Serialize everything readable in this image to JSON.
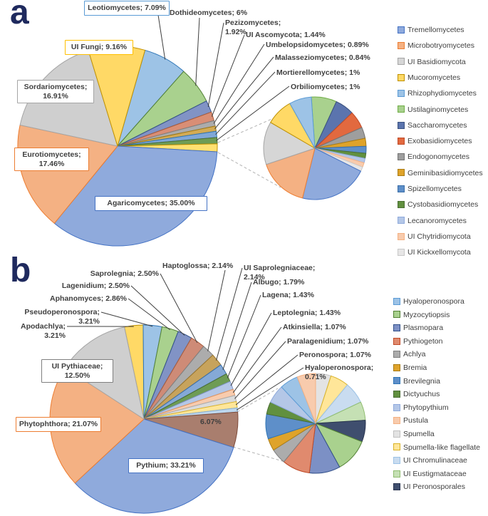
{
  "figure": {
    "background": "#FFFFFF",
    "panel_letter_color": "#1F2A5E"
  },
  "panels": [
    {
      "letter": "a",
      "legend": [
        {
          "label": "Tremellomycetes",
          "fill": "#8FAADC",
          "stroke": "#4472C4"
        },
        {
          "label": "Microbotryomycetes",
          "fill": "#F4B183",
          "stroke": "#ED7D31"
        },
        {
          "label": "UI Basidiomycota",
          "fill": "#D6D6D6",
          "stroke": "#A5A5A5"
        },
        {
          "label": "Mucoromycetes",
          "fill": "#FFD966",
          "stroke": "#BF9000"
        },
        {
          "label": "Rhizophydiomycetes",
          "fill": "#9DC3E6",
          "stroke": "#5B9BD5"
        },
        {
          "label": "Ustilaginomycetes",
          "fill": "#A9D18E",
          "stroke": "#70AD47"
        },
        {
          "label": "Saccharomycetes",
          "fill": "#5B74AE",
          "stroke": "#3B5280"
        },
        {
          "label": "Exobasidiomycetes",
          "fill": "#E2693F",
          "stroke": "#C04B28"
        },
        {
          "label": "Endogonomycetes",
          "fill": "#9E9E9E",
          "stroke": "#747474"
        },
        {
          "label": "Geminibasidiomycetes",
          "fill": "#DFA32A",
          "stroke": "#A97C15"
        },
        {
          "label": "Spizellomycetes",
          "fill": "#5E8FC9",
          "stroke": "#3A6EA8"
        },
        {
          "label": "Cystobasidiomycetes",
          "fill": "#61903F",
          "stroke": "#4A6E33"
        },
        {
          "label": "Lecanoromycetes",
          "fill": "#B4C7E7",
          "stroke": "#8FAADC"
        },
        {
          "label": "UI Chytridiomycota",
          "fill": "#F8CBAD",
          "stroke": "#F4B183"
        },
        {
          "label": "UI Kickxellomycota",
          "fill": "#E7E6E6",
          "stroke": "#C8C8C8"
        }
      ]
    },
    {
      "letter": "b",
      "legend": [
        {
          "label": "Hyaloperonospora",
          "fill": "#9DC3E6",
          "stroke": "#5B9BD5"
        },
        {
          "label": "Myzocytiopsis",
          "fill": "#A9D18E",
          "stroke": "#538135"
        },
        {
          "label": "Plasmopara",
          "fill": "#7C90C5",
          "stroke": "#33518A"
        },
        {
          "label": "Pythiogeton",
          "fill": "#E08A6E",
          "stroke": "#C04B28"
        },
        {
          "label": "Achlya",
          "fill": "#ACACAC",
          "stroke": "#7F7F7F"
        },
        {
          "label": "Bremia",
          "fill": "#DFA32A",
          "stroke": "#A97C15"
        },
        {
          "label": "Brevilegnia",
          "fill": "#5E8FC9",
          "stroke": "#2E75B6"
        },
        {
          "label": "Dictyuchus",
          "fill": "#61903F",
          "stroke": "#4A6E33"
        },
        {
          "label": "Phytopythium",
          "fill": "#B4C7E7",
          "stroke": "#8FAADC"
        },
        {
          "label": "Pustula",
          "fill": "#F8CBAD",
          "stroke": "#F4B183"
        },
        {
          "label": "Spumella",
          "fill": "#E3E3E3",
          "stroke": "#C0C0C0"
        },
        {
          "label": "Spumella-like flagellate",
          "fill": "#FFE699",
          "stroke": "#D9B226"
        },
        {
          "label": "UI Chromulinaceae",
          "fill": "#C9DCF0",
          "stroke": "#9DC3E6"
        },
        {
          "label": "UI Eustigmataceae",
          "fill": "#C5E0B4",
          "stroke": "#8FBC6F"
        },
        {
          "label": "UI Peronosporales",
          "fill": "#3F4E6E",
          "stroke": "#2A3550"
        }
      ]
    }
  ],
  "chart_data": [
    {
      "id": "a-main",
      "type": "pie",
      "panel": "a",
      "note": "main pie, values are displayed percentages; unlabeled yellow slice is the Other group feeding the secondary pie",
      "slices": [
        {
          "name": "Leotiomycetes",
          "value": 7.09,
          "label": "Leotiomycetes; 7.09%",
          "boxed": true,
          "box_border": "#5B9BD5",
          "fill": "#9DC3E6",
          "stroke": "#2E75B6"
        },
        {
          "name": "Dothideomycetes",
          "value": 6.0,
          "label": "Dothideomycetes; 6%",
          "fill": "#A9D18E",
          "stroke": "#538135"
        },
        {
          "name": "Pezizomycetes",
          "value": 1.92,
          "label": "Pezizomycetes; 1.92%",
          "fill": "#8193C5",
          "stroke": "#33518A"
        },
        {
          "name": "UI Ascomycota",
          "value": 1.44,
          "label": "UI Ascomycota; 1.44%",
          "fill": "#D98E75",
          "stroke": "#A85B3B"
        },
        {
          "name": "Umbelopsidomycetes",
          "value": 0.89,
          "label": "Umbelopsidomycetes; 0.89%",
          "fill": "#ACACAC",
          "stroke": "#7F7F7F"
        },
        {
          "name": "Malasseziomycetes",
          "value": 0.84,
          "label": "Malasseziomycetes; 0.84%",
          "fill": "#D3AB55",
          "stroke": "#A07912"
        },
        {
          "name": "Mortierellomycetes",
          "value": 1.0,
          "label": "Mortierellomycetes; 1%",
          "fill": "#7FA7D8",
          "stroke": "#2E75B6"
        },
        {
          "name": "Orbiliomycetes",
          "value": 1.0,
          "label": "Orbiliomycetes; 1%",
          "fill": "#6E9C55",
          "stroke": "#4A6E33"
        },
        {
          "name": "Other",
          "value": 1.29,
          "fill": "#FFE171",
          "stroke": "#BF9000"
        },
        {
          "name": "Agaricomycetes",
          "value": 35.0,
          "label": "Agaricomycetes; 35.00%",
          "boxed": true,
          "box_border": "#4472C4",
          "fill": "#8FAADC",
          "stroke": "#4472C4"
        },
        {
          "name": "Eurotiomycetes",
          "value": 17.46,
          "label": "Eurotiomycetes; 17.46%",
          "boxed": true,
          "box_border": "#ED7D31",
          "fill": "#F4B183",
          "stroke": "#ED7D31"
        },
        {
          "name": "Sordariomycetes",
          "value": 16.91,
          "label": "Sordariomycetes; 16.91%",
          "boxed": true,
          "box_border": "#A5A5A5",
          "fill": "#CFCFCF",
          "stroke": "#A5A5A5"
        },
        {
          "name": "UI Fungi",
          "value": 9.16,
          "label": "UI Fungi; 9.16%",
          "boxed": true,
          "box_border": "#FFC000",
          "fill": "#FFD966",
          "stroke": "#BF9000"
        }
      ]
    },
    {
      "id": "a-secondary",
      "type": "pie",
      "panel": "a",
      "note": "secondary pie of minor classes; values estimated from slice angles (share of secondary pie)",
      "slices": [
        {
          "name": "Ustilaginomycetes",
          "value": 8.0,
          "fill": "#A9D18E",
          "stroke": "#70AD47"
        },
        {
          "name": "Saccharomycetes",
          "value": 6.0,
          "fill": "#5B74AE",
          "stroke": "#3B5280"
        },
        {
          "name": "Exobasidiomycetes",
          "value": 5.5,
          "fill": "#E2693F",
          "stroke": "#C04B28"
        },
        {
          "name": "Endogonomycetes",
          "value": 3.5,
          "fill": "#9E9E9E",
          "stroke": "#747474"
        },
        {
          "name": "Geminibasidiomycetes",
          "value": 2.5,
          "fill": "#DFA32A",
          "stroke": "#A97C15"
        },
        {
          "name": "Spizellomycetes",
          "value": 2.2,
          "fill": "#5E8FC9",
          "stroke": "#3A6EA8"
        },
        {
          "name": "Cystobasidiomycetes",
          "value": 1.6,
          "fill": "#61903F",
          "stroke": "#4A6E33"
        },
        {
          "name": "Lecanoromycetes",
          "value": 1.4,
          "fill": "#B4C7E7",
          "stroke": "#8FAADC"
        },
        {
          "name": "UI Chytridiomycota",
          "value": 1.4,
          "fill": "#F8CBAD",
          "stroke": "#F4B183"
        },
        {
          "name": "UI Kickxellomycota",
          "value": 1.4,
          "fill": "#E7E6E6",
          "stroke": "#C8C8C8"
        },
        {
          "name": "Tremellomycetes",
          "value": 21.5,
          "fill": "#8FAADC",
          "stroke": "#4472C4"
        },
        {
          "name": "Microbotryomycetes",
          "value": 16.0,
          "fill": "#F4B183",
          "stroke": "#ED7D31"
        },
        {
          "name": "UI Basidiomycota",
          "value": 13.5,
          "fill": "#D6D6D6",
          "stroke": "#A5A5A5"
        },
        {
          "name": "Mucoromycetes",
          "value": 8.5,
          "fill": "#FFD966",
          "stroke": "#BF9000"
        },
        {
          "name": "Rhizophydiomycetes",
          "value": 7.0,
          "fill": "#9DC3E6",
          "stroke": "#5B9BD5"
        }
      ]
    },
    {
      "id": "b-main",
      "type": "pie",
      "panel": "b",
      "note": "main pie; brown 6.07% slice is the Other group feeding the secondary pie",
      "slices": [
        {
          "name": "Apodachlya",
          "value": 3.21,
          "label": "Apodachlya; 3.21%",
          "fill": "#FFD966",
          "stroke": "#BF9000"
        },
        {
          "name": "Pseudoperonospora",
          "value": 3.21,
          "label": "Pseudoperonospora; 3.21%",
          "fill": "#9DC3E6",
          "stroke": "#2E75B6"
        },
        {
          "name": "Aphanomyces",
          "value": 2.86,
          "label": "Aphanomyces; 2.86%",
          "fill": "#A9D18E",
          "stroke": "#538135"
        },
        {
          "name": "Lagenidium",
          "value": 2.5,
          "label": "Lagenidium; 2.50%",
          "fill": "#8193C5",
          "stroke": "#33518A"
        },
        {
          "name": "Saprolegnia",
          "value": 2.5,
          "label": "Saprolegnia; 2.50%",
          "fill": "#CE8B77",
          "stroke": "#A85B3B"
        },
        {
          "name": "Haptoglossa",
          "value": 2.14,
          "label": "Haptoglossa; 2.14%",
          "fill": "#ACACAC",
          "stroke": "#7F7F7F"
        },
        {
          "name": "UI Saprolegniaceae",
          "value": 2.14,
          "label": "UI Saprolegniaceae; 2.14%",
          "fill": "#C7A35C",
          "stroke": "#97742C"
        },
        {
          "name": "Albugo",
          "value": 1.79,
          "label": "Albugo; 1.79%",
          "fill": "#85A9D6",
          "stroke": "#3A6EA8"
        },
        {
          "name": "Lagena",
          "value": 1.43,
          "label": "Lagena; 1.43%",
          "fill": "#6E9C55",
          "stroke": "#4A6E33"
        },
        {
          "name": "Leptolegnia",
          "value": 1.43,
          "label": "Leptolegnia; 1.43%",
          "fill": "#B4C7E7",
          "stroke": "#8096C9"
        },
        {
          "name": "Atkinsiella",
          "value": 1.07,
          "label": "Atkinsiella; 1.07%",
          "fill": "#F8CBAD",
          "stroke": "#E0955F"
        },
        {
          "name": "Paralagenidium",
          "value": 1.07,
          "label": "Paralagenidium; 1.07%",
          "fill": "#DBDBDB",
          "stroke": "#ABABAB"
        },
        {
          "name": "Peronospora",
          "value": 1.07,
          "label": "Peronospora; 1.07%",
          "fill": "#FFE699",
          "stroke": "#D9B226"
        },
        {
          "name": "Hyaloperonospora",
          "value": 0.71,
          "label": "Hyaloperonospora; 0.71%",
          "fill": "#BDD7EE",
          "stroke": "#86AED1"
        },
        {
          "name": "Other",
          "value": 6.07,
          "label": "6.07%",
          "plain": true,
          "fill": "#A97E6E",
          "stroke": "#7E4B3A"
        },
        {
          "name": "Pythium",
          "value": 33.21,
          "label": "Pythium; 33.21%",
          "boxed": true,
          "box_border": "#4472C4",
          "fill": "#8FAADC",
          "stroke": "#4472C4"
        },
        {
          "name": "Phytophthora",
          "value": 21.07,
          "label": "Phytophthora; 21.07%",
          "boxed": true,
          "box_border": "#ED7D31",
          "fill": "#F4B183",
          "stroke": "#ED7D31"
        },
        {
          "name": "UI Pythiaceae",
          "value": 12.5,
          "label": "UI Pythiaceae; 12.50%",
          "boxed": true,
          "box_border": "#7F7F7F",
          "fill": "#CFCFCF",
          "stroke": "#A5A5A5"
        }
      ]
    },
    {
      "id": "b-secondary",
      "type": "pie",
      "panel": "b",
      "note": "secondary pie of minor genera; values estimated from slice angles (share of secondary pie)",
      "slices": [
        {
          "name": "Spumella",
          "value": 5.0,
          "fill": "#E3E3E3",
          "stroke": "#C0C0C0"
        },
        {
          "name": "Spumella-like flagellate",
          "value": 6.0,
          "fill": "#FFE699",
          "stroke": "#D9B226"
        },
        {
          "name": "UI Chromulinaceae",
          "value": 7.0,
          "fill": "#C9DCF0",
          "stroke": "#9DC3E6"
        },
        {
          "name": "UI Eustigmataceae",
          "value": 6.0,
          "fill": "#C5E0B4",
          "stroke": "#8FBC6F"
        },
        {
          "name": "UI Peronosporales",
          "value": 7.0,
          "fill": "#3F4E6E",
          "stroke": "#2A3550"
        },
        {
          "name": "Myzocytiopsis",
          "value": 11.0,
          "fill": "#A9D18E",
          "stroke": "#538135"
        },
        {
          "name": "Plasmopara",
          "value": 10.0,
          "fill": "#7C90C5",
          "stroke": "#33518A"
        },
        {
          "name": "Pythiogeton",
          "value": 9.0,
          "fill": "#E08A6E",
          "stroke": "#C04B28"
        },
        {
          "name": "Achlya",
          "value": 5.0,
          "fill": "#ACACAC",
          "stroke": "#7F7F7F"
        },
        {
          "name": "Bremia",
          "value": 4.0,
          "fill": "#DFA32A",
          "stroke": "#A97C15"
        },
        {
          "name": "Brevilegnia",
          "value": 8.0,
          "fill": "#5E8FC9",
          "stroke": "#2E75B6"
        },
        {
          "name": "Dictyuchus",
          "value": 4.0,
          "fill": "#61903F",
          "stroke": "#4A6E33"
        },
        {
          "name": "Phytopythium",
          "value": 6.0,
          "fill": "#B4C7E7",
          "stroke": "#8FAADC"
        },
        {
          "name": "Hyaloperonospora",
          "value": 6.0,
          "fill": "#9DC3E6",
          "stroke": "#5B9BD5"
        },
        {
          "name": "Pustula",
          "value": 6.0,
          "fill": "#F8CBAD",
          "stroke": "#F4B183"
        }
      ]
    }
  ]
}
